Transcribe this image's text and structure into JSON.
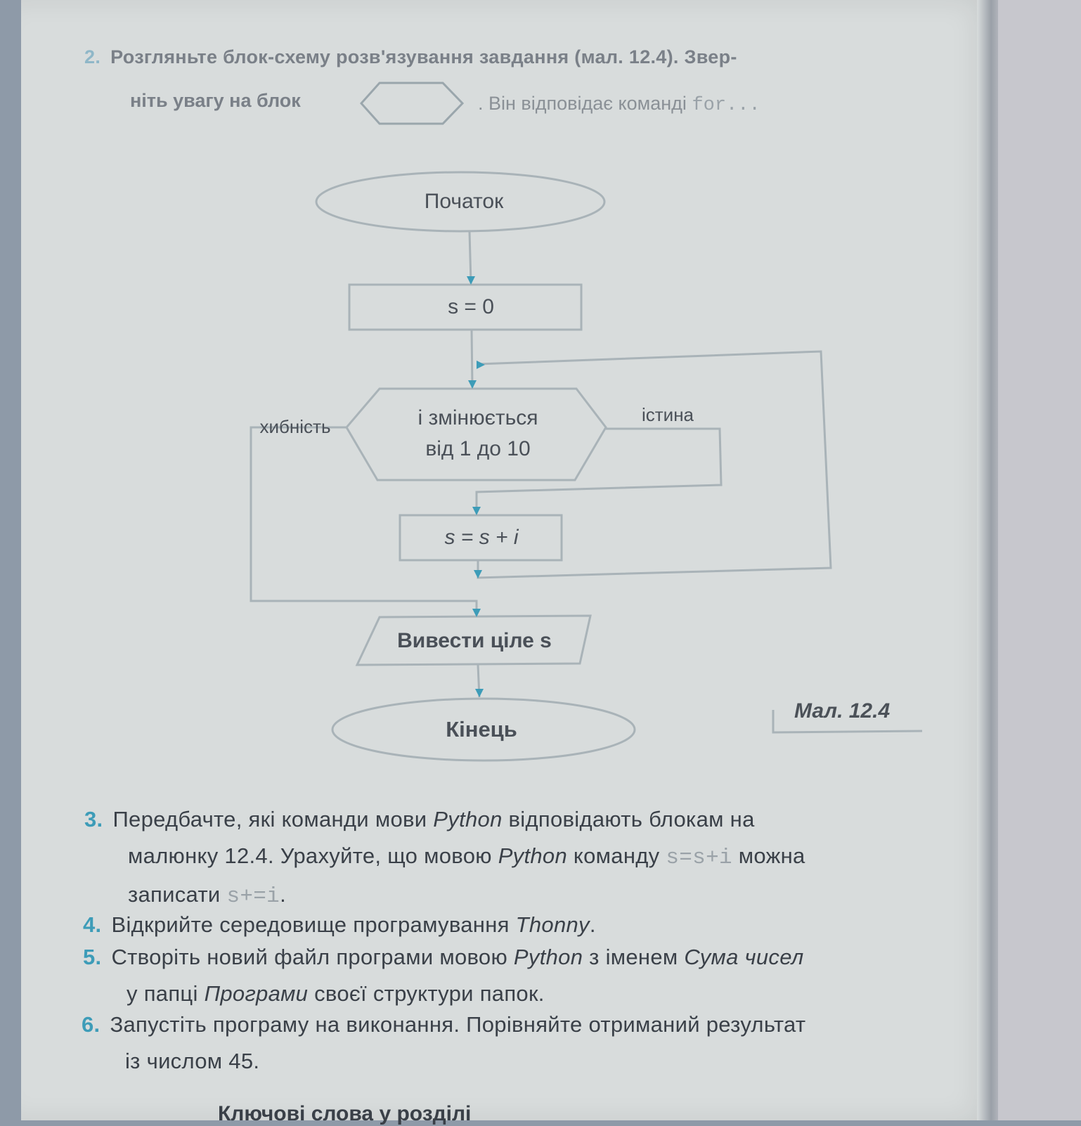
{
  "task2": {
    "num": "2.",
    "line1": "Розгляньте блок-схему розв'язування завдання (мал. 12.4). Звер-",
    "line2_start": "ніть увагу на блок",
    "line2_end": ". Він відповідає команді",
    "code": "for..."
  },
  "flowchart": {
    "start": "Початок",
    "init": "s = 0",
    "loop_line1": "і змінюється",
    "loop_line2": "від 1 до 10",
    "false_label": "хибність",
    "true_label": "істина",
    "body": "s = s + і",
    "output": "Вивести ціле s",
    "end": "Кінець"
  },
  "caption": "Мал. 12.4",
  "task3": {
    "num": "3.",
    "text_a": "Передбачте, які команди мови ",
    "python1": "Python",
    "text_b": " відповідають блокам на",
    "text_c": "малюнку 12.4. Урахуйте, що мовою ",
    "python2": "Python",
    "text_d": " команду ",
    "code1": "s=s+i",
    "text_e": " можна",
    "text_f": "записати ",
    "code2": "s+=i",
    "text_g": "."
  },
  "task4": {
    "num": "4.",
    "text": "Відкрийте середовище програмування ",
    "app": "Thonny",
    "end": "."
  },
  "task5": {
    "num": "5.",
    "text_a": "Створіть новий файл програми мовою ",
    "python": "Python",
    "text_b": " з іменем ",
    "name": "Сума чисел",
    "text_c": "у папці ",
    "folder": "Програми",
    "text_d": " своєї структури папок."
  },
  "task6": {
    "num": "6.",
    "line1": "Запустіть програму на виконання. Порівняйте отриманий результат",
    "line2": "із числом 45."
  },
  "bottom_partial": "Ключові слова у розділі"
}
